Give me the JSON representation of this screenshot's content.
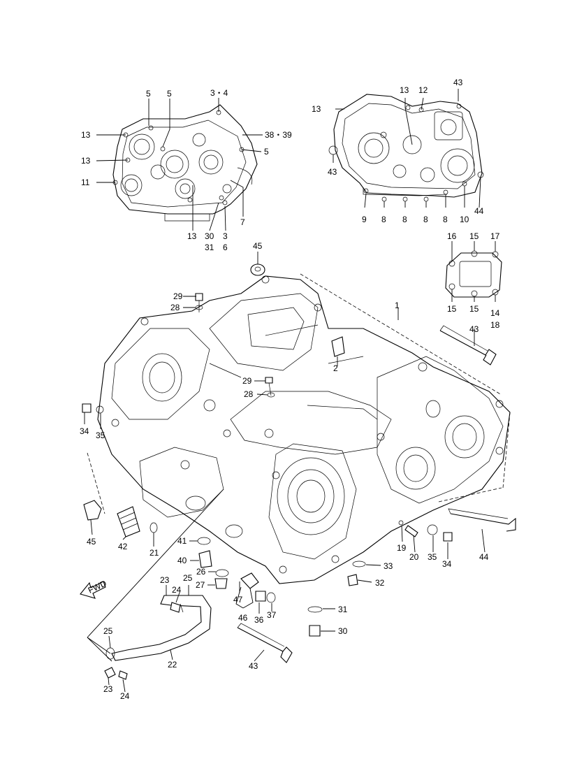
{
  "fwd_arrow_text": "FWD",
  "callouts": [
    {
      "id": "c-5a",
      "text": "5"
    },
    {
      "id": "c-5b",
      "text": "5"
    },
    {
      "id": "c-3-4",
      "text": "3・4"
    },
    {
      "id": "c-13a",
      "text": "13"
    },
    {
      "id": "c-13b",
      "text": "13"
    },
    {
      "id": "c-11",
      "text": "11"
    },
    {
      "id": "c-38-39",
      "text": "38・39"
    },
    {
      "id": "c-5c",
      "text": "5"
    },
    {
      "id": "c-7",
      "text": "7"
    },
    {
      "id": "c-13c",
      "text": "13"
    },
    {
      "id": "c-30a",
      "text": "30"
    },
    {
      "id": "c-31a",
      "text": "31"
    },
    {
      "id": "c-3",
      "text": "3"
    },
    {
      "id": "c-6",
      "text": "6"
    },
    {
      "id": "c-13d",
      "text": "13"
    },
    {
      "id": "c-13e",
      "text": "13"
    },
    {
      "id": "c-12",
      "text": "12"
    },
    {
      "id": "c-43a",
      "text": "43"
    },
    {
      "id": "c-43b",
      "text": "43"
    },
    {
      "id": "c-9",
      "text": "9"
    },
    {
      "id": "c-8a",
      "text": "8"
    },
    {
      "id": "c-8b",
      "text": "8"
    },
    {
      "id": "c-8c",
      "text": "8"
    },
    {
      "id": "c-8d",
      "text": "8"
    },
    {
      "id": "c-10",
      "text": "10"
    },
    {
      "id": "c-44a",
      "text": "44"
    },
    {
      "id": "c-45a",
      "text": "45"
    },
    {
      "id": "c-16",
      "text": "16"
    },
    {
      "id": "c-15a",
      "text": "15"
    },
    {
      "id": "c-17",
      "text": "17"
    },
    {
      "id": "c-15b",
      "text": "15"
    },
    {
      "id": "c-15c",
      "text": "15"
    },
    {
      "id": "c-14",
      "text": "14"
    },
    {
      "id": "c-18",
      "text": "18"
    },
    {
      "id": "c-29a",
      "text": "29"
    },
    {
      "id": "c-28a",
      "text": "28"
    },
    {
      "id": "c-1",
      "text": "1"
    },
    {
      "id": "c-43c",
      "text": "43"
    },
    {
      "id": "c-2",
      "text": "2"
    },
    {
      "id": "c-29b",
      "text": "29"
    },
    {
      "id": "c-28b",
      "text": "28"
    },
    {
      "id": "c-34a",
      "text": "34"
    },
    {
      "id": "c-35a",
      "text": "35"
    },
    {
      "id": "c-45b",
      "text": "45"
    },
    {
      "id": "c-42",
      "text": "42"
    },
    {
      "id": "c-21",
      "text": "21"
    },
    {
      "id": "c-41",
      "text": "41"
    },
    {
      "id": "c-40",
      "text": "40"
    },
    {
      "id": "c-26",
      "text": "26"
    },
    {
      "id": "c-27",
      "text": "27"
    },
    {
      "id": "c-23a",
      "text": "23"
    },
    {
      "id": "c-25a",
      "text": "25"
    },
    {
      "id": "c-24a",
      "text": "24"
    },
    {
      "id": "c-47",
      "text": "47"
    },
    {
      "id": "c-46",
      "text": "46"
    },
    {
      "id": "c-36",
      "text": "36"
    },
    {
      "id": "c-37",
      "text": "37"
    },
    {
      "id": "c-19",
      "text": "19"
    },
    {
      "id": "c-20",
      "text": "20"
    },
    {
      "id": "c-35b",
      "text": "35"
    },
    {
      "id": "c-34b",
      "text": "34"
    },
    {
      "id": "c-44b",
      "text": "44"
    },
    {
      "id": "c-33",
      "text": "33"
    },
    {
      "id": "c-32",
      "text": "32"
    },
    {
      "id": "c-31b",
      "text": "31"
    },
    {
      "id": "c-30b",
      "text": "30"
    },
    {
      "id": "c-25b",
      "text": "25"
    },
    {
      "id": "c-22",
      "text": "22"
    },
    {
      "id": "c-43d",
      "text": "43"
    },
    {
      "id": "c-23b",
      "text": "23"
    },
    {
      "id": "c-24b",
      "text": "24"
    }
  ]
}
